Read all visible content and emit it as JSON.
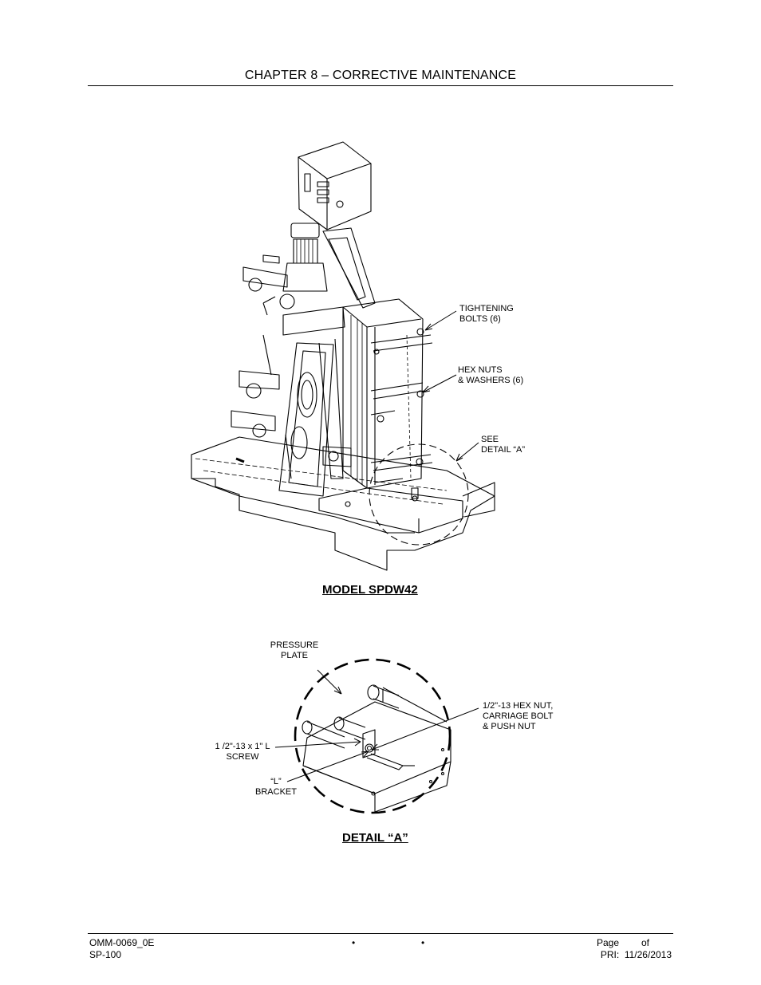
{
  "header": {
    "title": "CHAPTER 8 – CORRECTIVE MAINTENANCE"
  },
  "figure_main": {
    "labels": {
      "tightening_bolts": [
        "TIGHTENING",
        "BOLTS (6)"
      ],
      "hex_nuts": [
        "HEX NUTS",
        "& WASHERS (6)"
      ],
      "see_detail": [
        "SEE",
        "DETAIL “A”"
      ]
    },
    "caption": "MODEL SPDW42"
  },
  "figure_detail": {
    "labels": {
      "pressure_plate": [
        "PRESSURE",
        "PLATE"
      ],
      "hex_nut": [
        "1/2\"-13 HEX NUT,",
        "CARRIAGE BOLT",
        "& PUSH NUT"
      ],
      "screw": [
        "1 /2\"-13 x 1\" L",
        "SCREW"
      ],
      "bracket": [
        "“L”",
        "BRACKET"
      ]
    },
    "caption": "DETAIL “A”"
  },
  "footer": {
    "doc_number": "OMM-0069_0E",
    "model": "SP-100",
    "bullet": "•",
    "page_label": "Page",
    "of_label": "of",
    "revision": "PRI:  11/26/2013"
  }
}
